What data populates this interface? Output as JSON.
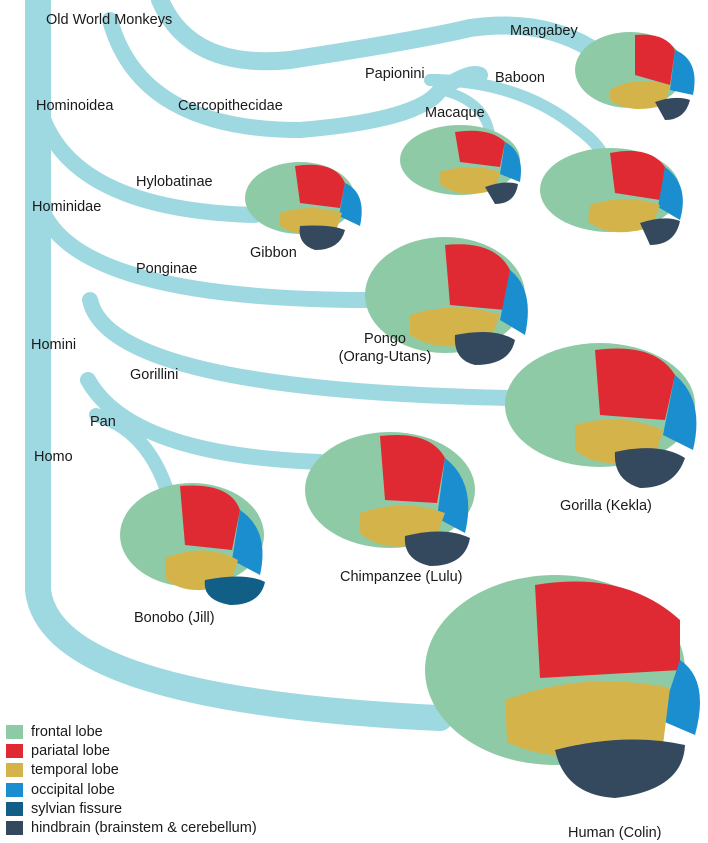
{
  "taxa": {
    "old_world_monkeys": "Old World Monkeys",
    "hominoidea": "Hominoidea",
    "cercopithecidae": "Cercopithecidae",
    "papionini": "Papionini",
    "mangabey": "Mangabey",
    "baboon": "Baboon",
    "macaque": "Macaque",
    "hylobatinae": "Hylobatinae",
    "hominidae": "Hominidae",
    "ponginae": "Ponginae",
    "homini": "Homini",
    "gorillini": "Gorillini",
    "pan": "Pan",
    "homo": "Homo"
  },
  "species": {
    "gibbon": "Gibbon",
    "pongo_line1": "Pongo",
    "pongo_line2": "(Orang-Utans)",
    "gorilla": "Gorilla (Kekla)",
    "chimpanzee": "Chimpanzee (Lulu)",
    "bonobo": "Bonobo (Jill)",
    "human": "Human (Colin)"
  },
  "legend": [
    {
      "label": "frontal lobe",
      "color": "#8fcaa6"
    },
    {
      "label": "pariatal lobe",
      "color": "#e02a33"
    },
    {
      "label": "temporal lobe",
      "color": "#d4b44a"
    },
    {
      "label": "occipital lobe",
      "color": "#1a8ecf"
    },
    {
      "label": "sylvian fissure",
      "color": "#115f86"
    },
    {
      "label": "hindbrain (brainstem & cerebellum)",
      "color": "#34495e"
    }
  ],
  "colors": {
    "branch": "#9ed8e0",
    "frontal": "#8fcaa6",
    "parietal": "#e02a33",
    "temporal": "#d4b44a",
    "occipital": "#1a8ecf",
    "sylvian": "#115f86",
    "hindbrain": "#34495e"
  }
}
